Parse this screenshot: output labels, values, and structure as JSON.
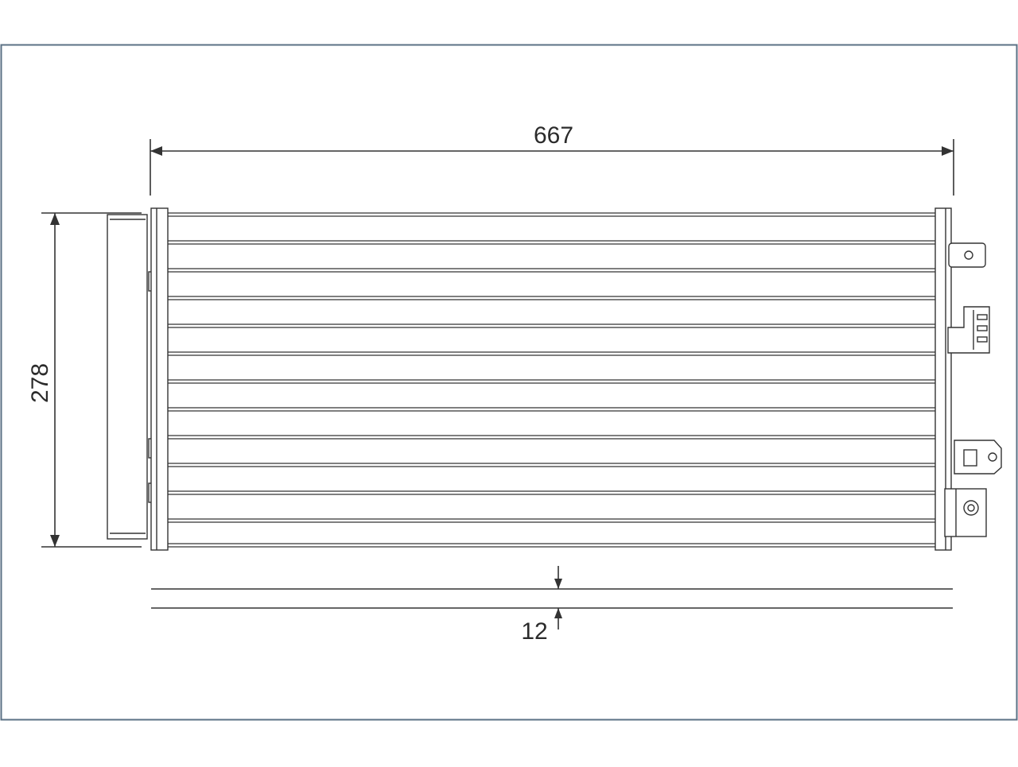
{
  "diagram": {
    "frame_color": "#5b7185",
    "line_color": "#333333",
    "dimensions": {
      "width_label": "667",
      "height_label": "278",
      "depth_label": "12"
    },
    "tube_count": 12,
    "fittings": [
      "bracket-top",
      "bracket-upper",
      "bracket-lower",
      "bracket-bottom"
    ]
  }
}
